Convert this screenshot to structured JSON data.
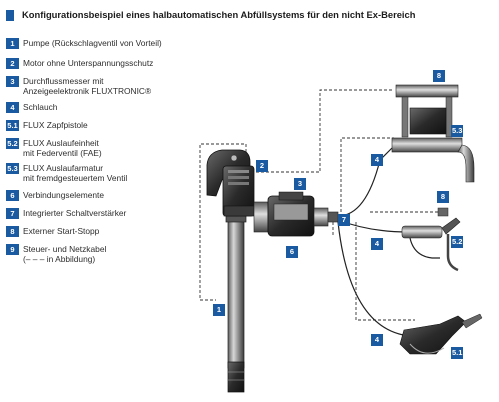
{
  "title": "Konfigurationsbeispiel eines halbautomatischen Abfüllsystems für den nicht Ex-Bereich",
  "accent_color": "#1a5aa0",
  "legend": [
    {
      "num": "1",
      "lines": [
        "Pumpe (Rückschlagventil von Vorteil)"
      ]
    },
    {
      "num": "2",
      "lines": [
        "Motor ohne Unterspannungsschutz"
      ]
    },
    {
      "num": "3",
      "lines": [
        "Durchflussmesser mit",
        "Anzeigeelektronik FLUXTRONIC®"
      ]
    },
    {
      "num": "4",
      "lines": [
        "Schlauch"
      ]
    },
    {
      "num": "5.1",
      "lines": [
        "FLUX Zapfpistole"
      ]
    },
    {
      "num": "5.2",
      "lines": [
        "FLUX Auslaufeinheit",
        "mit Federventil (FAE)"
      ]
    },
    {
      "num": "5.3",
      "lines": [
        "FLUX Auslaufarmatur",
        "mit fremdgesteuertem Ventil"
      ]
    },
    {
      "num": "6",
      "lines": [
        "Verbindungselemente"
      ]
    },
    {
      "num": "7",
      "lines": [
        "Integrierter Schaltverstärker"
      ]
    },
    {
      "num": "8",
      "lines": [
        "Externer Start-Stopp"
      ]
    },
    {
      "num": "9",
      "lines": [
        "Steuer- und Netzkabel",
        "(– – – in Abbildung)"
      ]
    }
  ],
  "callouts": {
    "pump": "1",
    "motor": "2",
    "meter": "3",
    "hose_top": "4",
    "hose_mid": "4",
    "hose_bot": "4",
    "nozzle": "5.1",
    "fae": "5.2",
    "valve": "5.3",
    "connector": "6",
    "amplifier": "7",
    "stop_top": "8",
    "stop_mid": "8"
  }
}
